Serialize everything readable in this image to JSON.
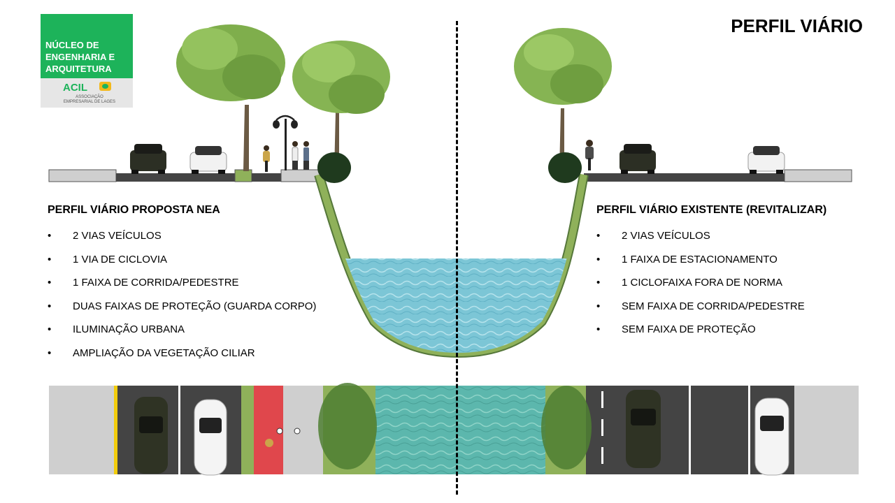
{
  "logo": {
    "line1": "NÚCLEO DE",
    "line2": "ENGENHARIA E",
    "line3": "ARQUITETURA",
    "acil": "ACIL",
    "acil_sub": "ASSOCIAÇÃO EMPRESARIAL DE LAGES"
  },
  "title": "PERFIL VIÁRIO",
  "proposal": {
    "heading": "PERFIL VIÁRIO PROPOSTA NEA",
    "items": [
      "2 VIAS VEÍCULOS",
      "1 VIA DE CICLOVIA",
      "1 FAIXA DE CORRIDA/PEDESTRE",
      "DUAS FAIXAS DE PROTEÇÃO (GUARDA CORPO)",
      "ILUMINAÇÃO URBANA",
      "AMPLIAÇÃO DA VEGETAÇÃO CILIAR"
    ]
  },
  "existing": {
    "heading": "PERFIL VIÁRIO EXISTENTE (REVITALIZAR)",
    "items": [
      "2 VIAS VEÍCULOS",
      "1 FAIXA DE ESTACIONAMENTO",
      "1 CICLOFAIXA FORA DE NORMA",
      "SEM FAIXA DE CORRIDA/PEDESTRE",
      "SEM FAIXA DE PROTEÇÃO"
    ]
  },
  "colors": {
    "water": "#7cc6d6",
    "grass": "#8fb15a",
    "asphalt": "#444444",
    "sidewalk": "#cfcfcf",
    "bike_lane": "#e0474c",
    "logo_green": "#1db35a"
  }
}
